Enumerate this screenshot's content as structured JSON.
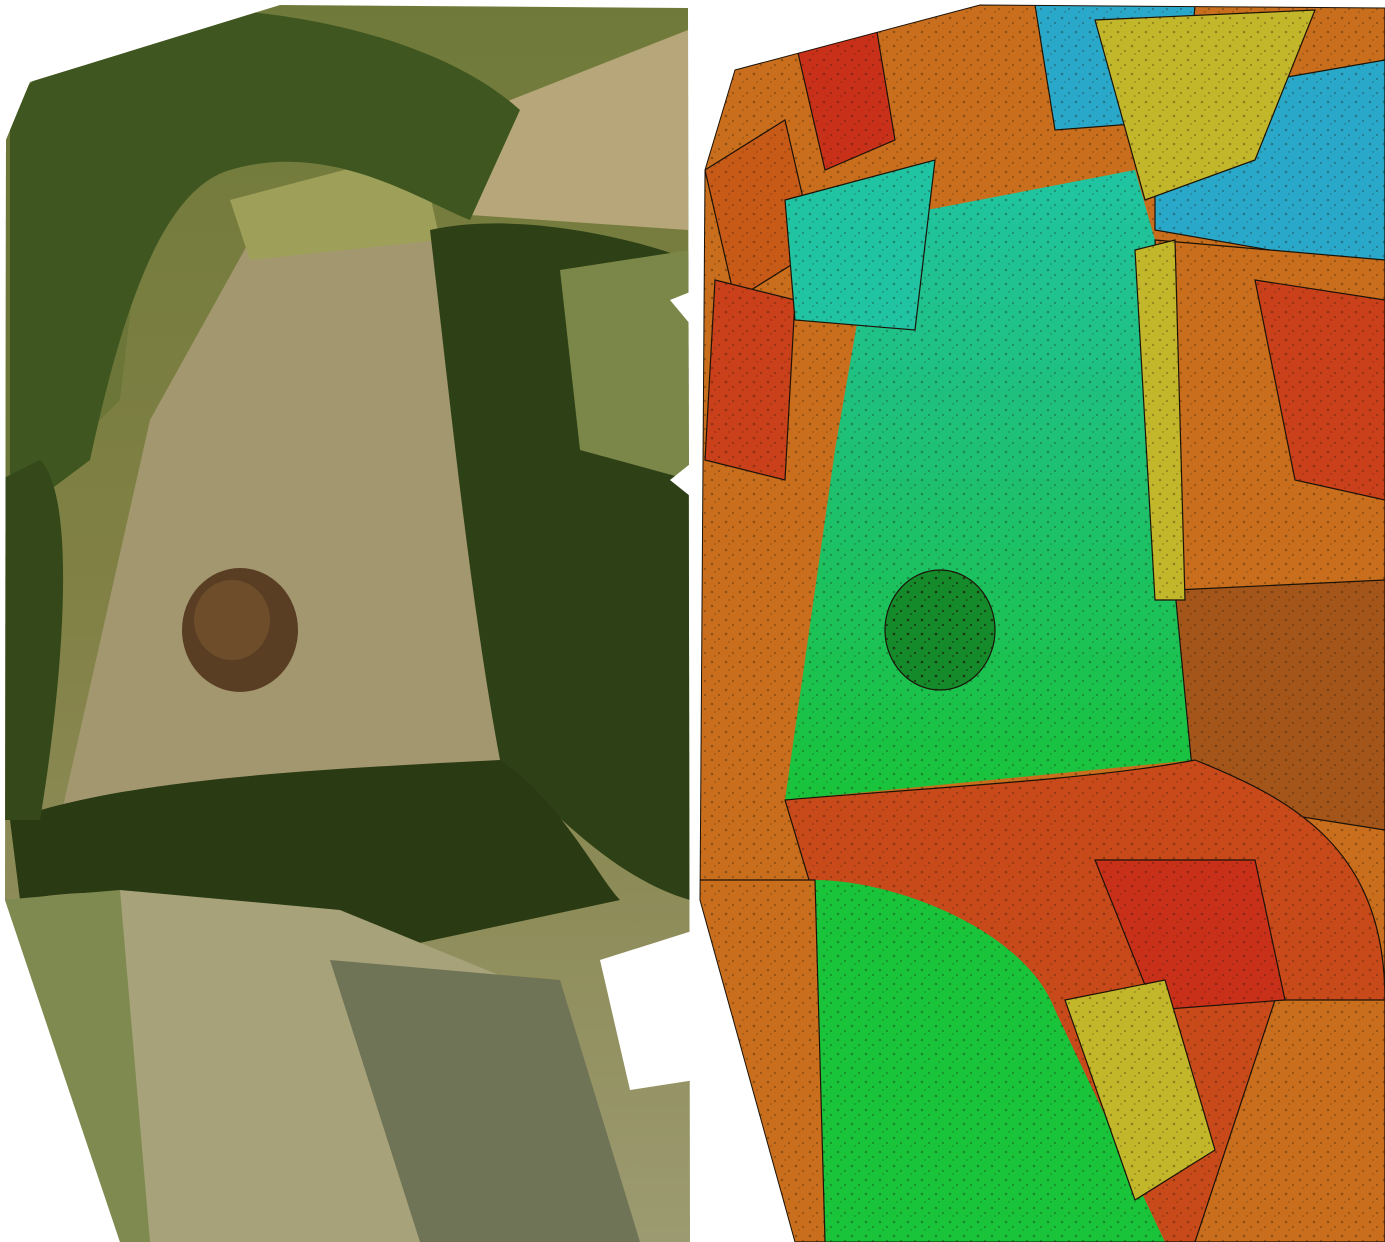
{
  "figure": {
    "panels": [
      {
        "id": "orthomosaic",
        "kind": "true-color aerial orthomosaic"
      },
      {
        "id": "elevation-model",
        "kind": "color-ramped elevation / height map"
      }
    ]
  },
  "palette": {
    "background": "#ffffff",
    "ortho_field": "#9c9a62",
    "ortho_field_light": "#b3aa7a",
    "ortho_trees": "#3f4f1c",
    "ortho_trees_dark": "#283612",
    "ortho_grass": "#7d8a45",
    "ortho_mound": "#5a3e24",
    "dsm_low": "#19c33a",
    "dsm_mid_low": "#20c4a2",
    "dsm_mid": "#2aa8c9",
    "dsm_yellow": "#c2b62a",
    "dsm_mid_high": "#c86e1c",
    "dsm_high": "#c9301a",
    "dsm_outline": "#1b1208"
  }
}
